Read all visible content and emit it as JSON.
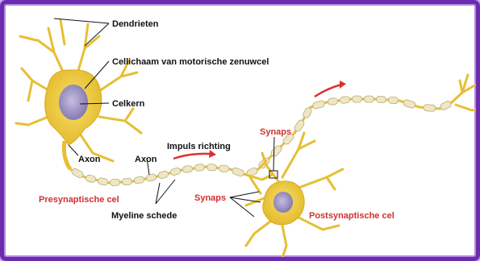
{
  "labels": {
    "dendrieten": "Dendrieten",
    "cellichaam": "Cellichaam van motorische zenuwcel",
    "celkern": "Celkern",
    "axon_left": "Axon",
    "axon_mid": "Axon",
    "impuls": "Impuls richting",
    "synaps_top": "Synaps",
    "synaps_left": "Synaps",
    "presynaptisch": "Presynaptische cel",
    "myeline": "Myeline schede",
    "postsynaptisch": "Postsynaptische cel"
  },
  "colors": {
    "border": "#6a2bb0",
    "cell": "#f2d24a",
    "nucleus": "#9a8fc4",
    "myelin": "#efe6c4",
    "arrow": "#e03030",
    "red_label": "#d32f2f"
  }
}
